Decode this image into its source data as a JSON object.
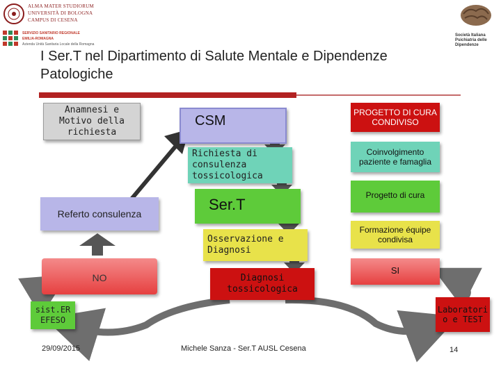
{
  "slide": {
    "title": "I Ser.T nel Dipartimento di Salute Mentale e Dipendenze Patologiche",
    "page_number": "14"
  },
  "logos": {
    "unibo": [
      "ALMA MATER STUDIORUM",
      "UNIVERSITÀ DI BOLOGNA",
      "CAMPUS DI CESENA"
    ],
    "regione": [
      "SERVIZIO SANITARIO REGIONALE",
      "EMILIA-ROMAGNA",
      "Azienda Unità Sanitaria Locale della Romagna"
    ],
    "sip": [
      "Società Italiana",
      "Psichiatria delle",
      "Dipendenze"
    ]
  },
  "left": {
    "anamnesi": "Anamnesi e Motivo della richiesta",
    "referto": "Referto consulenza",
    "no": "NO",
    "sister": "sist.ER EFESO"
  },
  "center": {
    "csm": "CSM",
    "richiesta": "Richiesta di consulenza tossicologica",
    "sert": "Ser.T",
    "osservazione": "Osservazione e Diagnosi",
    "diagnosi": "Diagnosi tossicologica"
  },
  "right": {
    "progetto_condiviso": "PROGETTO DI CURA CONDIVISO",
    "coinvolgimento": "Coinvolgimento paziente e famaglia",
    "progetto_cura": "Progetto di cura",
    "formazione": "Formazione équipe condivisa",
    "si": "SI",
    "laboratori": "Laboratori o e TEST"
  },
  "footer": {
    "date": "29/09/2015",
    "author": "Michele Sanza - Ser.T AUSL Cesena"
  },
  "colors": {
    "title_bar": "#b22222",
    "box_gray": "#d4d4d4",
    "box_lavender": "#b8b6e8",
    "box_teal": "#6fd3b8",
    "box_green": "#5ecb3a",
    "box_yellow": "#e8e24a",
    "box_red": "#cc1111",
    "box_pink": "#f06a6a",
    "arrow_fill": "#555555",
    "curve_gray": "#6e6e6e"
  }
}
